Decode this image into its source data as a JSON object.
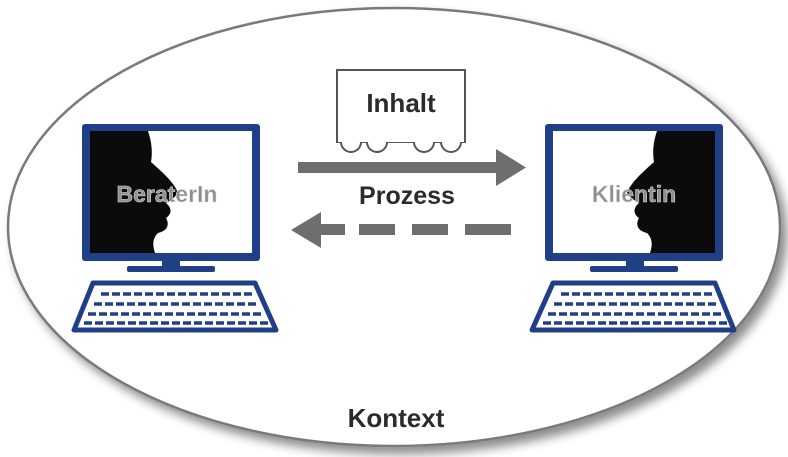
{
  "labels": {
    "content": "Inhalt",
    "process": "Prozess",
    "context": "Kontext",
    "left_screen": "BeraterIn",
    "right_screen": "Klientin"
  },
  "icons": {
    "left": "computer-with-face-profile-icon",
    "right": "computer-with-face-profile-icon",
    "content": "cart-icon",
    "forward": "arrow-right-icon",
    "backward": "dashed-arrow-left-icon"
  },
  "colors": {
    "monitor_frame": "#1f3f86",
    "screen_dark": "#0b0b0b",
    "screen_light": "#ffffff",
    "arrow": "#6e6e6e",
    "text": "#2b2b2b",
    "screen_text": "#8e8e8e",
    "ellipse_stroke": "#7a7a7a"
  }
}
